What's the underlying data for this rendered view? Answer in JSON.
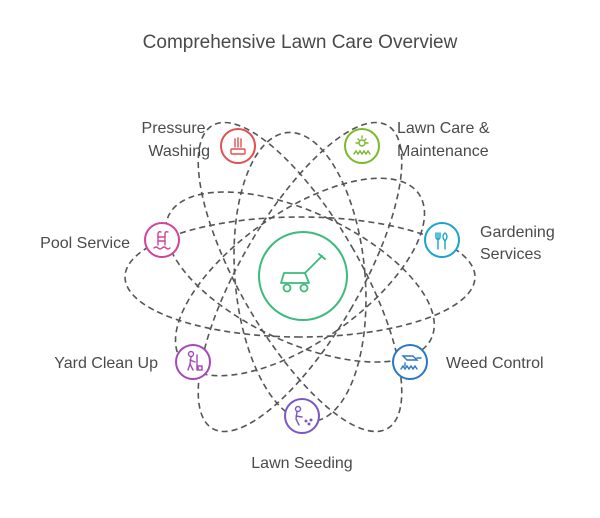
{
  "title": "Comprehensive Lawn Care Overview",
  "center": {
    "icon": "lawn-mower-icon",
    "color": "#3dbb7a"
  },
  "services": [
    {
      "id": "pressure-washing",
      "lines": [
        "Pressure",
        "Washing"
      ],
      "icon": "pressure-washer-icon",
      "color": "#e0514f"
    },
    {
      "id": "lawn-care-maintenance",
      "lines": [
        "Lawn Care &",
        "Maintenance"
      ],
      "icon": "sun-grass-icon",
      "color": "#7ab929"
    },
    {
      "id": "gardening-services",
      "lines": [
        "Gardening",
        "Services"
      ],
      "icon": "garden-tools-icon",
      "color": "#1aa3cf"
    },
    {
      "id": "weed-control",
      "lines": [
        "Weed Control"
      ],
      "icon": "weed-sprayer-icon",
      "color": "#2b77c6"
    },
    {
      "id": "lawn-seeding",
      "lines": [
        "Lawn Seeding"
      ],
      "icon": "seeding-icon",
      "color": "#7a57c6"
    },
    {
      "id": "yard-clean-up",
      "lines": [
        "Yard Clean Up"
      ],
      "icon": "yard-worker-icon",
      "color": "#a548b8"
    },
    {
      "id": "pool-service",
      "lines": [
        "Pool Service"
      ],
      "icon": "pool-ladder-icon",
      "color": "#d0449a"
    }
  ]
}
